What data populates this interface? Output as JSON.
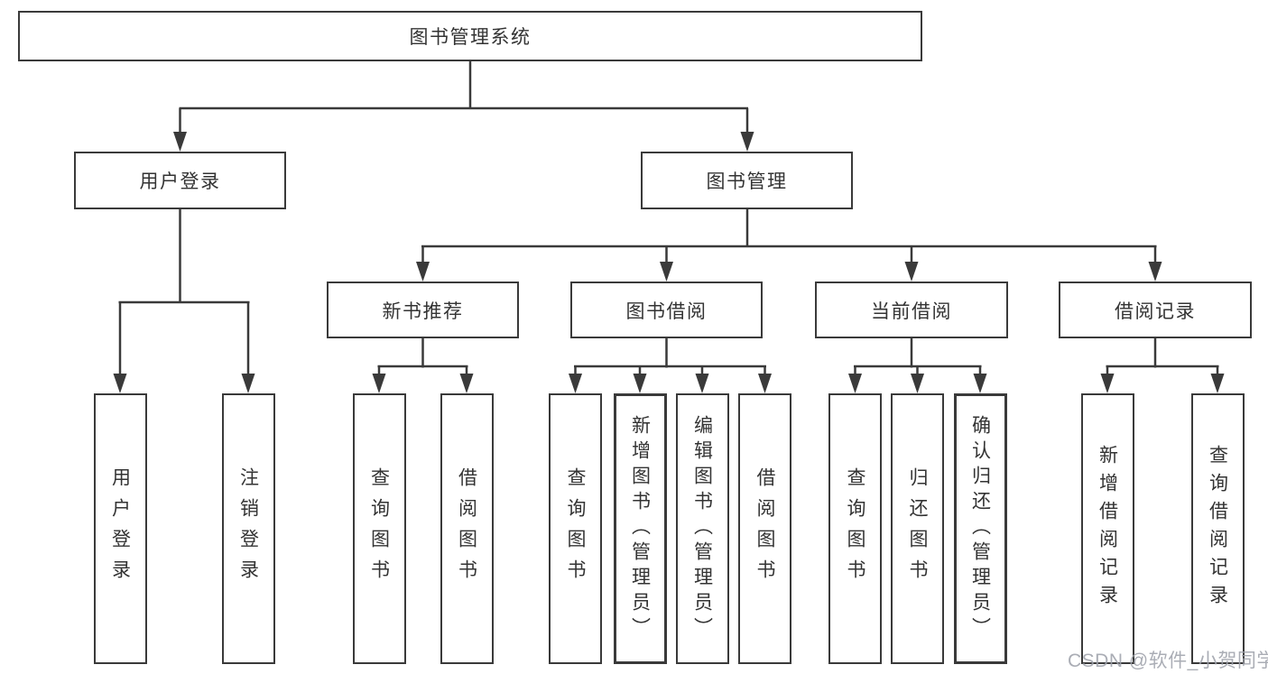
{
  "colors": {
    "background": "#ffffff",
    "line": "#3a3a3a",
    "box_border": "#3a3a3a",
    "box_fill": "#ffffff",
    "text": "#333333",
    "watermark": "#9fa2ab"
  },
  "diagram": {
    "root": {
      "label": "图书管理系统"
    },
    "branches": [
      {
        "label": "用户登录",
        "children": [
          {
            "label": "用户登录"
          },
          {
            "label": "注销登录"
          }
        ]
      },
      {
        "label": "图书管理",
        "children": [
          {
            "label": "新书推荐",
            "children": [
              {
                "label": "查询图书"
              },
              {
                "label": "借阅图书"
              }
            ]
          },
          {
            "label": "图书借阅",
            "children": [
              {
                "label": "查询图书"
              },
              {
                "label": "新增图书（管理员）"
              },
              {
                "label": "编辑图书（管理员）"
              },
              {
                "label": "借阅图书"
              }
            ]
          },
          {
            "label": "当前借阅",
            "children": [
              {
                "label": "查询图书"
              },
              {
                "label": "归还图书"
              },
              {
                "label": "确认归还（管理员）"
              }
            ]
          },
          {
            "label": "借阅记录",
            "children": [
              {
                "label": "新增借阅记录"
              },
              {
                "label": "查询借阅记录"
              }
            ]
          }
        ]
      }
    ]
  },
  "watermark": {
    "text": "CSDN @软件_小贺同学"
  }
}
